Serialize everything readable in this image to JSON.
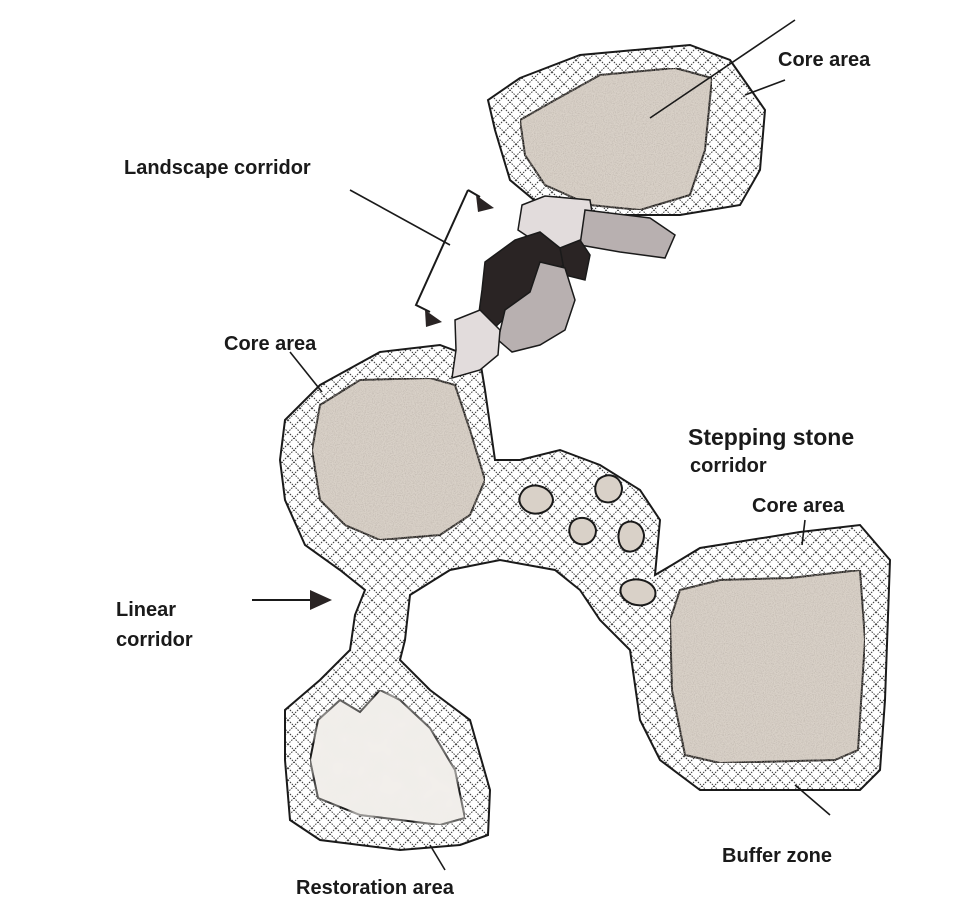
{
  "labels": {
    "core_area_top": "Core area",
    "landscape_corridor": "Landscape corridor",
    "core_area_left": "Core area",
    "stepping_stone_line1": "Stepping stone",
    "stepping_stone_line2": "corridor",
    "core_area_right": "Core area",
    "linear_corridor_line1": "Linear",
    "linear_corridor_line2": "corridor",
    "restoration_area": "Restoration area",
    "buffer_zone": "Buffer zone"
  },
  "colors": {
    "outline": "#1a1a1a",
    "buffer_fill": "#ffffff",
    "core_fill": "#d9d1c8",
    "restoration_fill": "#f2efeb",
    "patch_light": "#e2dcdc",
    "patch_mid": "#b8b0b0",
    "patch_dark": "#2a2424"
  }
}
